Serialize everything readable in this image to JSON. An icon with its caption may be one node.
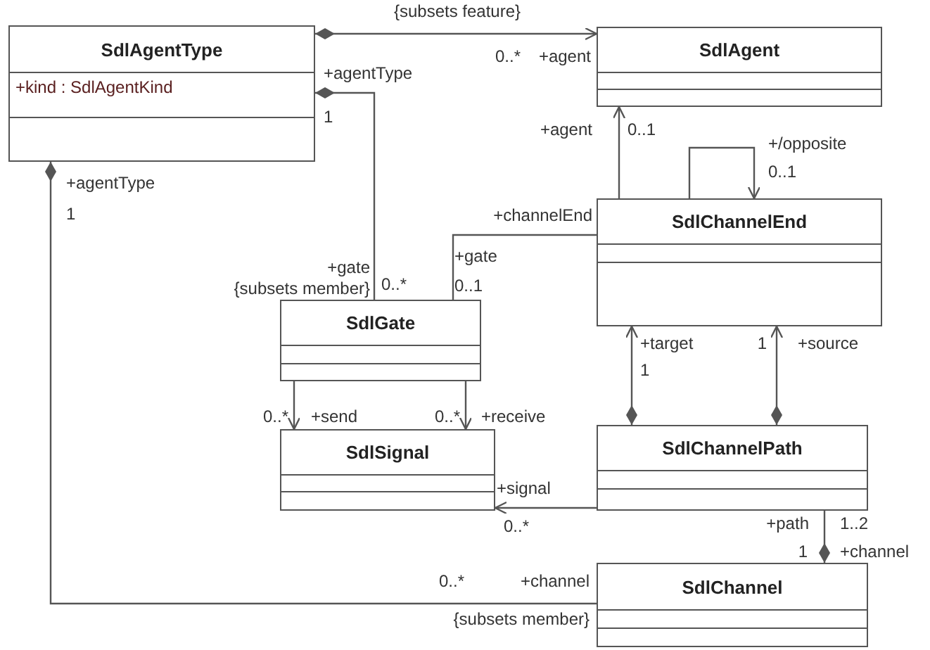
{
  "diagram": {
    "nodes": [
      {
        "text": [
          "SdlAgentType",
          "+kind : SdlAgentKind"
        ]
      },
      {
        "text": [
          "SdlAgent"
        ]
      },
      {
        "text": [
          "SdlChannelEnd"
        ]
      },
      {
        "text": [
          "SdlGate"
        ]
      },
      {
        "text": [
          "SdlSignal"
        ]
      },
      {
        "text": [
          "SdlChannelPath"
        ]
      },
      {
        "text": [
          "SdlChannel"
        ]
      }
    ],
    "edges": [
      {
        "from": 0,
        "to": 1,
        "arrow": "to",
        "label": "{subsets feature}"
      },
      {
        "from": 0,
        "to": 3,
        "arrow": "other"
      },
      {
        "from": 0,
        "to": 6,
        "arrow": "other"
      },
      {
        "from": 2,
        "to": 1,
        "arrow": "to"
      },
      {
        "from": 2,
        "to": 2,
        "arrow": "to"
      },
      {
        "from": 3,
        "to": 2,
        "arrow": "none"
      },
      {
        "from": 3,
        "to": 4,
        "arrow": "to"
      },
      {
        "from": 3,
        "to": 4,
        "arrow": "to"
      },
      {
        "from": 5,
        "to": 2,
        "arrow": "to"
      },
      {
        "from": 5,
        "to": 2,
        "arrow": "to"
      },
      {
        "from": 5,
        "to": 4,
        "arrow": "to"
      },
      {
        "from": 6,
        "to": 5,
        "arrow": "other"
      }
    ],
    "labels": [
      "0..*",
      "+agent",
      "+agentType",
      "1",
      "+agent",
      "0..1",
      "+/opposite",
      "0..1",
      "+agentType",
      "1",
      "+channelEnd",
      "+gate",
      "+gate",
      "{subsets member}",
      "0..*",
      "0..1",
      "0..*",
      "+send",
      "0..*",
      "+receive",
      "+target",
      "1",
      "1",
      "+source",
      "+signal",
      "0..*",
      "+path",
      "1..2",
      "1",
      "+channel",
      "0..*",
      "+channel",
      "{subsets member}"
    ]
  }
}
